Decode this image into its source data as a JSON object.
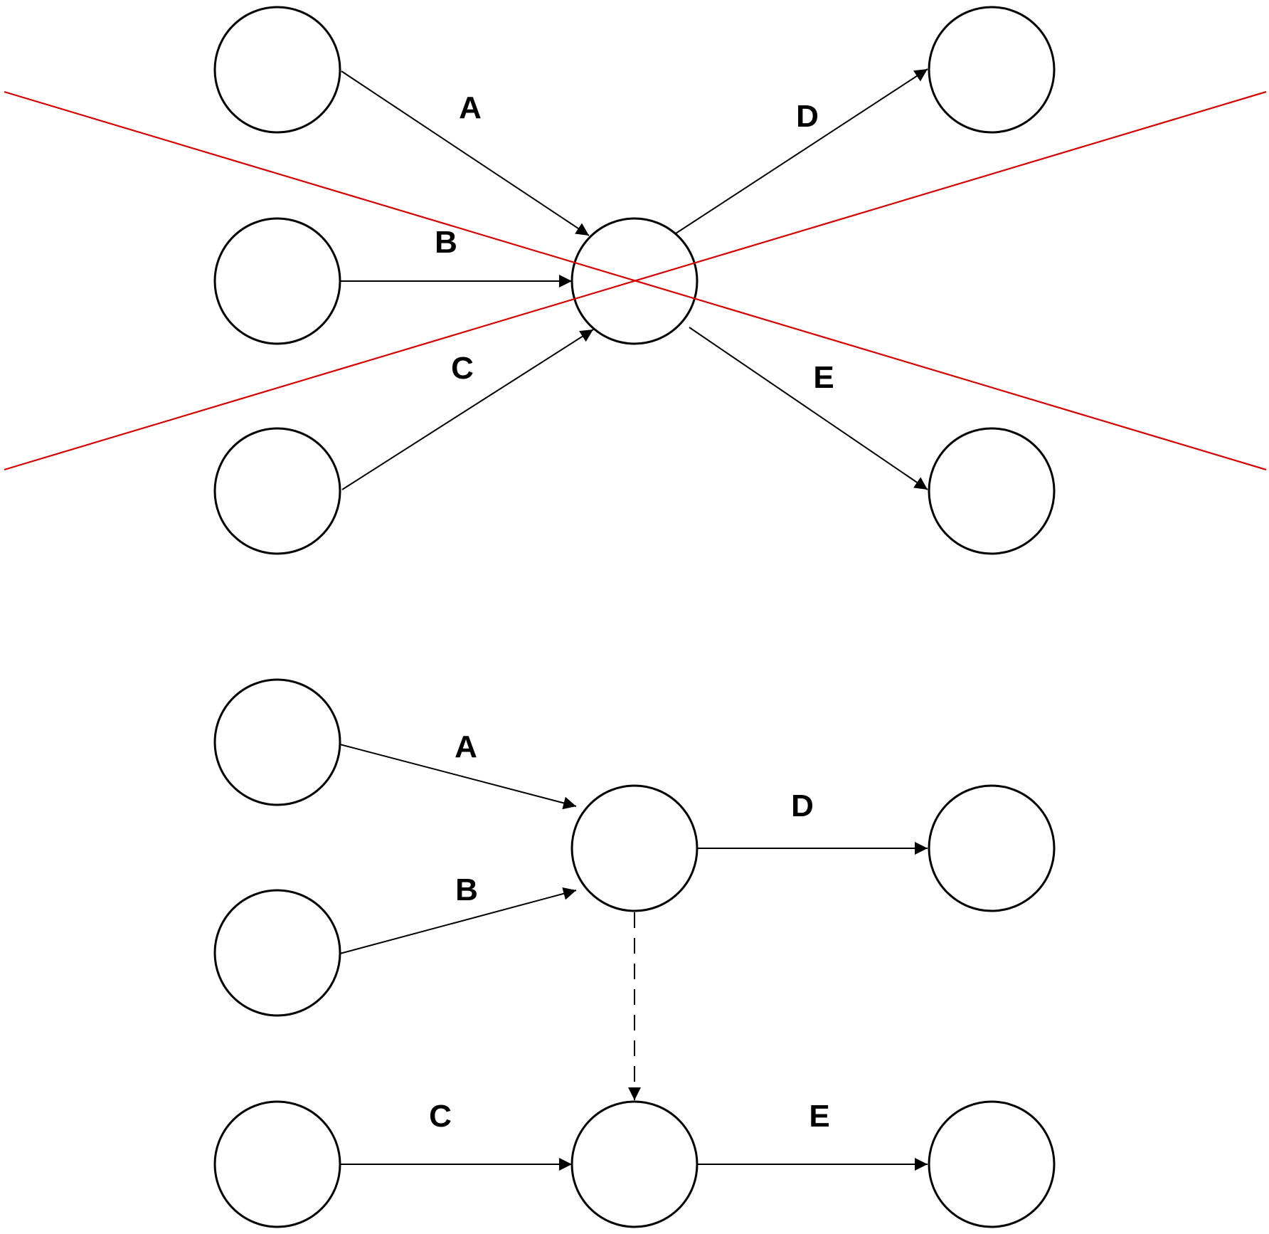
{
  "colors": {
    "node_stroke": "#000000",
    "edge": "#000000",
    "cross_out": "#d40000"
  },
  "top_diagram": {
    "status": "crossed-out",
    "edges": [
      {
        "label": "A",
        "from": "top-in-a",
        "to": "top-center",
        "style": "solid"
      },
      {
        "label": "B",
        "from": "top-in-b",
        "to": "top-center",
        "style": "solid"
      },
      {
        "label": "C",
        "from": "top-in-c",
        "to": "top-center",
        "style": "solid"
      },
      {
        "label": "D",
        "from": "top-center",
        "to": "top-out-d",
        "style": "solid"
      },
      {
        "label": "E",
        "from": "top-center",
        "to": "top-out-e",
        "style": "solid"
      }
    ]
  },
  "bottom_diagram": {
    "edges": [
      {
        "label": "A",
        "from": "bot-in-a",
        "to": "bot-mid-1",
        "style": "solid"
      },
      {
        "label": "B",
        "from": "bot-in-b",
        "to": "bot-mid-1",
        "style": "solid"
      },
      {
        "label": "D",
        "from": "bot-mid-1",
        "to": "bot-out-d",
        "style": "solid"
      },
      {
        "label": "",
        "from": "bot-mid-1",
        "to": "bot-mid-2",
        "style": "dashed"
      },
      {
        "label": "C",
        "from": "bot-in-c",
        "to": "bot-mid-2",
        "style": "solid"
      },
      {
        "label": "E",
        "from": "bot-mid-2",
        "to": "bot-out-e",
        "style": "solid"
      }
    ]
  }
}
